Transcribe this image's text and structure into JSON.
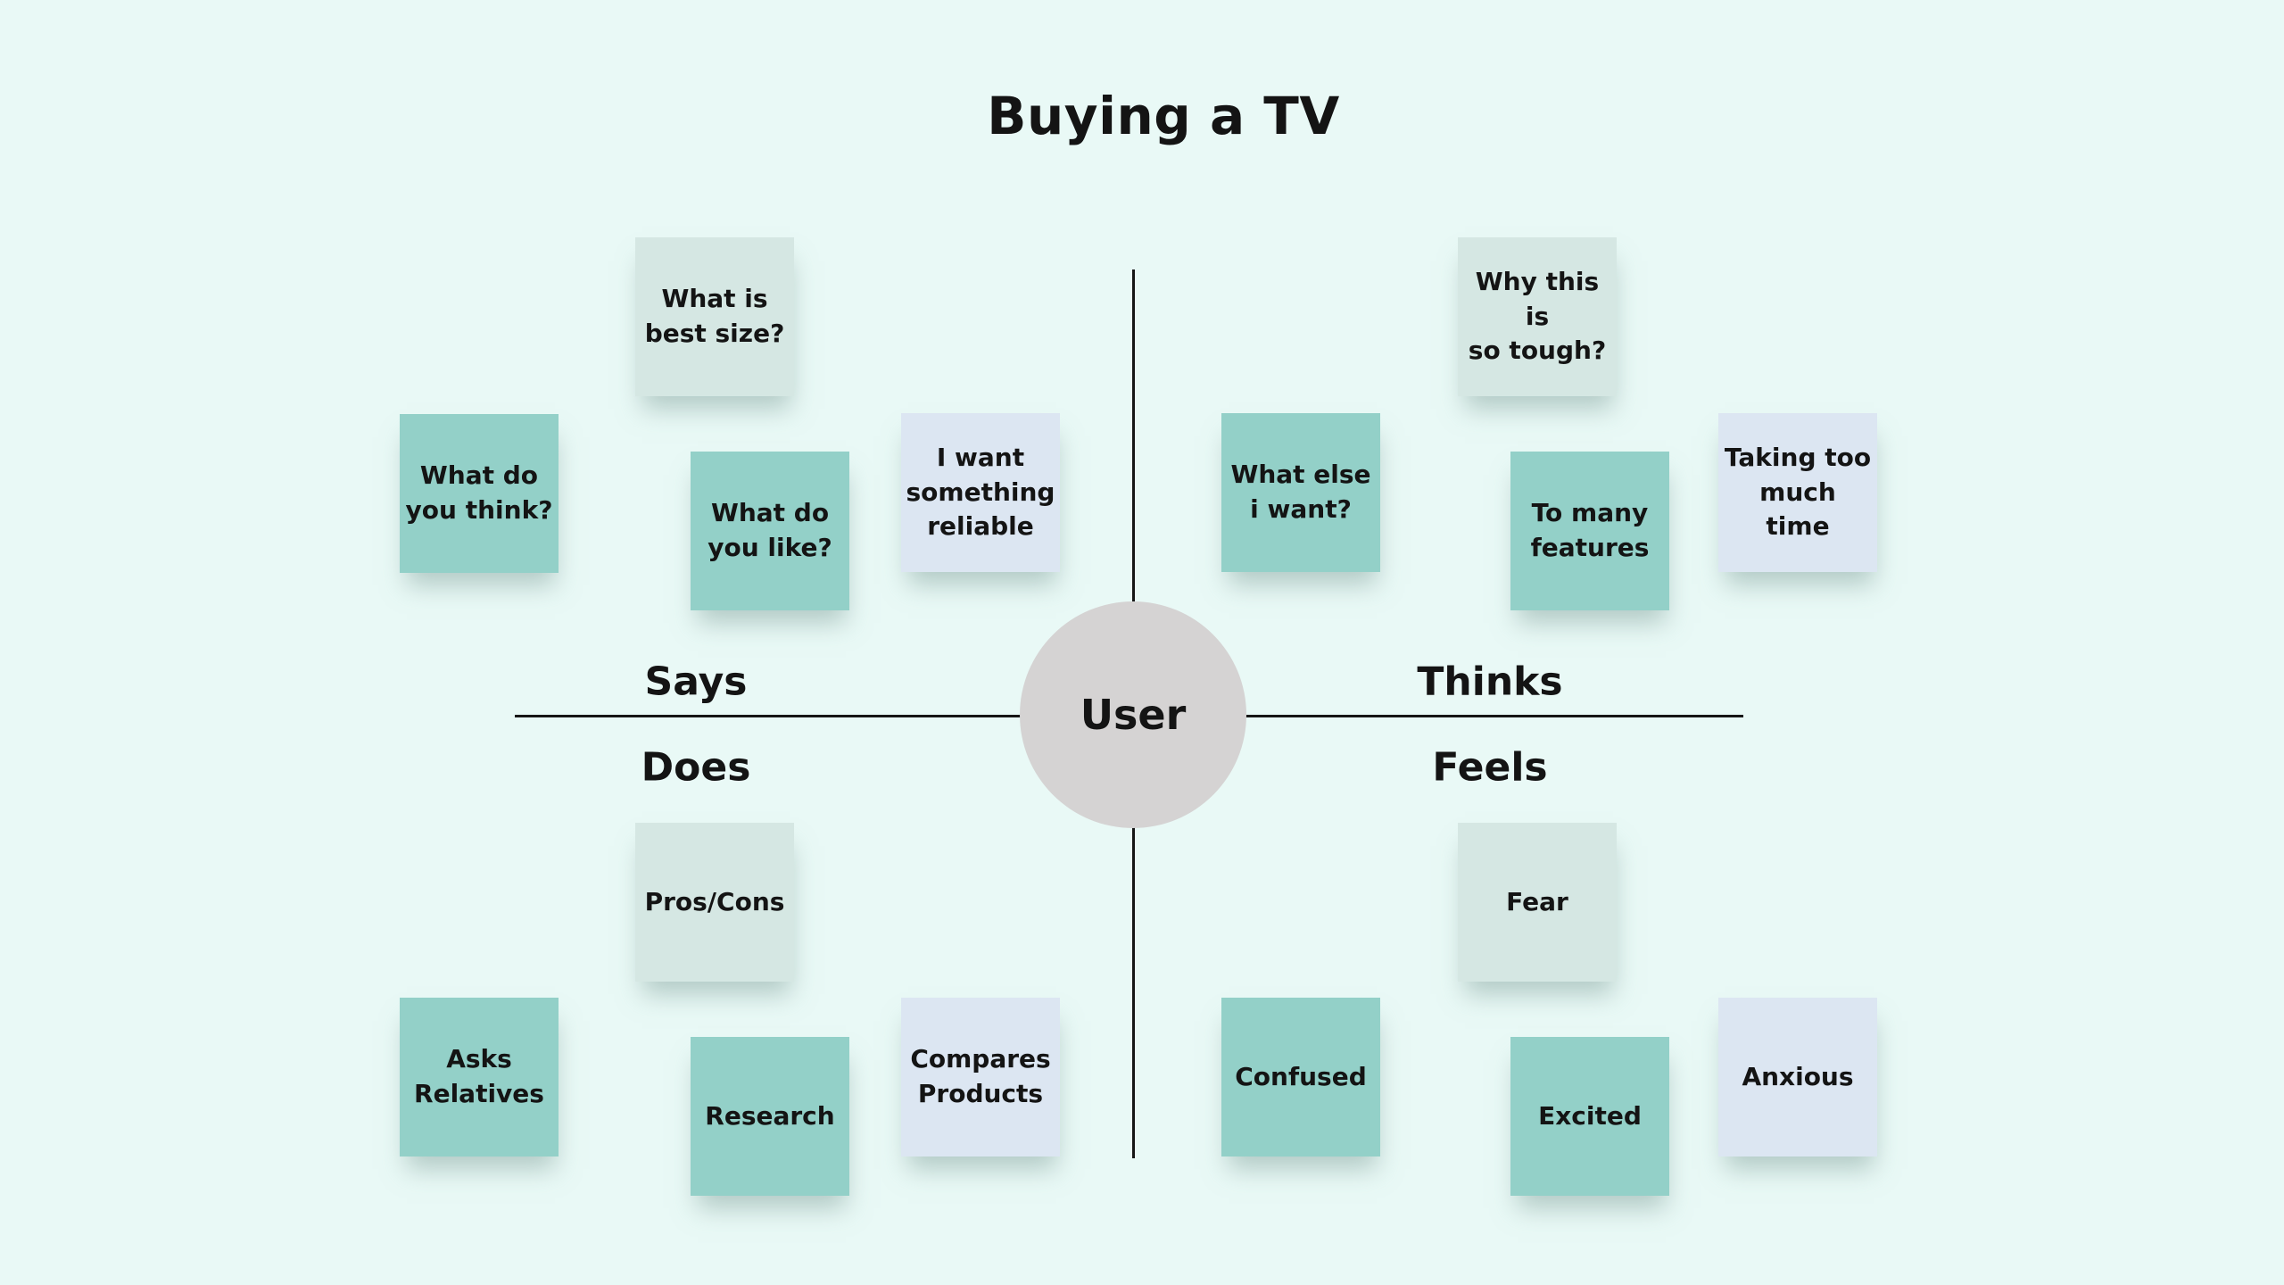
{
  "title": "Buying a TV",
  "center_label": "User",
  "quadrants": {
    "says": {
      "label": "Says",
      "notes": [
        {
          "text": "What is\nbest size?",
          "color": "mint"
        },
        {
          "text": "What do\nyou think?",
          "color": "teal"
        },
        {
          "text": "What do\nyou like?",
          "color": "teal"
        },
        {
          "text": "I want\nsomething\nreliable",
          "color": "blue"
        }
      ]
    },
    "thinks": {
      "label": "Thinks",
      "notes": [
        {
          "text": "Why this is\nso tough?",
          "color": "mint"
        },
        {
          "text": "What else\ni want?",
          "color": "teal"
        },
        {
          "text": "To many\nfeatures",
          "color": "teal"
        },
        {
          "text": "Taking too\nmuch time",
          "color": "blue"
        }
      ]
    },
    "does": {
      "label": "Does",
      "notes": [
        {
          "text": "Pros/Cons",
          "color": "mint"
        },
        {
          "text": "Asks\nRelatives",
          "color": "teal"
        },
        {
          "text": "Research",
          "color": "teal"
        },
        {
          "text": "Compares\nProducts",
          "color": "blue"
        }
      ]
    },
    "feels": {
      "label": "Feels",
      "notes": [
        {
          "text": "Fear",
          "color": "mint"
        },
        {
          "text": "Confused",
          "color": "teal"
        },
        {
          "text": "Excited",
          "color": "teal"
        },
        {
          "text": "Anxious",
          "color": "blue"
        }
      ]
    }
  },
  "colors": {
    "background": "#e9f9f6",
    "note_teal": "#93d0c8",
    "note_mint": "#d5e7e3",
    "note_blue": "#dce6f2",
    "center_circle": "#d5d3d3",
    "line": "#161616",
    "text": "#141414"
  }
}
